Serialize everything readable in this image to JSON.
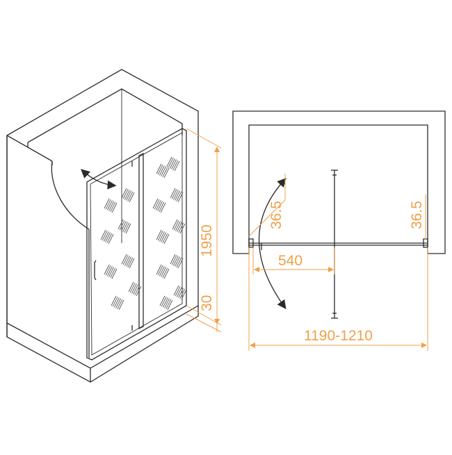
{
  "colors": {
    "dimension": "#f0a04a",
    "outline": "#2b2b2b",
    "wall": "#ffffff",
    "glass_pattern": "#555555"
  },
  "dimensions": {
    "height": "1950",
    "bottom_gap": "30",
    "offset_left": "36.5",
    "offset_right": "36.5",
    "door_width": "540",
    "total_width": "1190-1210"
  }
}
